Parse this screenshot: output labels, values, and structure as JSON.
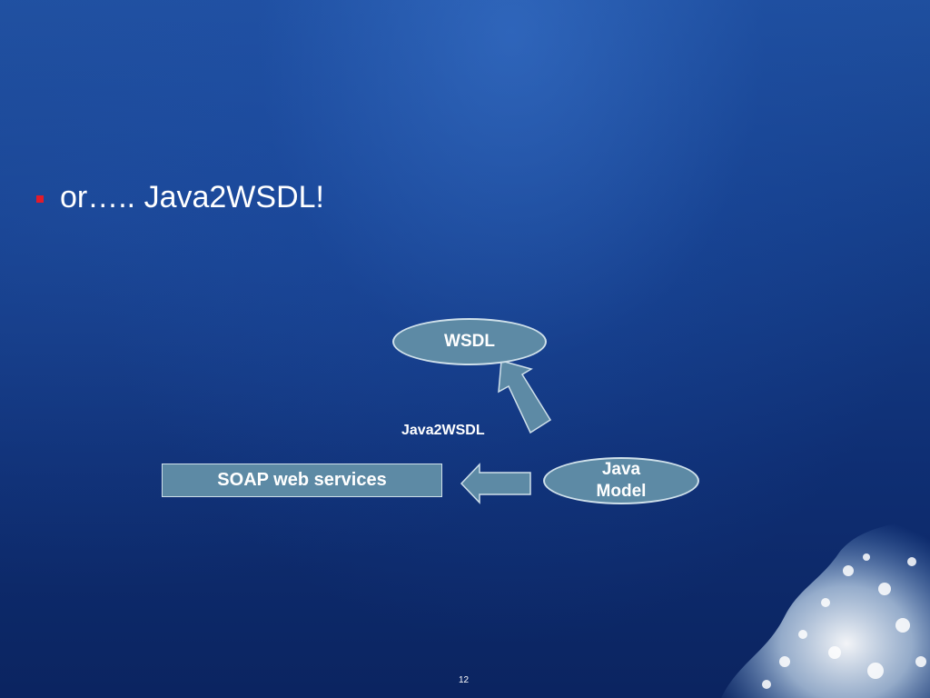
{
  "slide": {
    "bullet": "or….. Java2WSDL!",
    "page_number": "12"
  },
  "diagram": {
    "wsdl_node": "WSDL",
    "java_model_line1": "Java",
    "java_model_line2": "Model",
    "soap_box": "SOAP web services",
    "arrow_label": "Java2WSDL"
  },
  "colors": {
    "shape_fill": "#5d8aa5",
    "shape_border": "#cfe0ea",
    "bullet": "#e21b2a",
    "background": "#16408c"
  }
}
